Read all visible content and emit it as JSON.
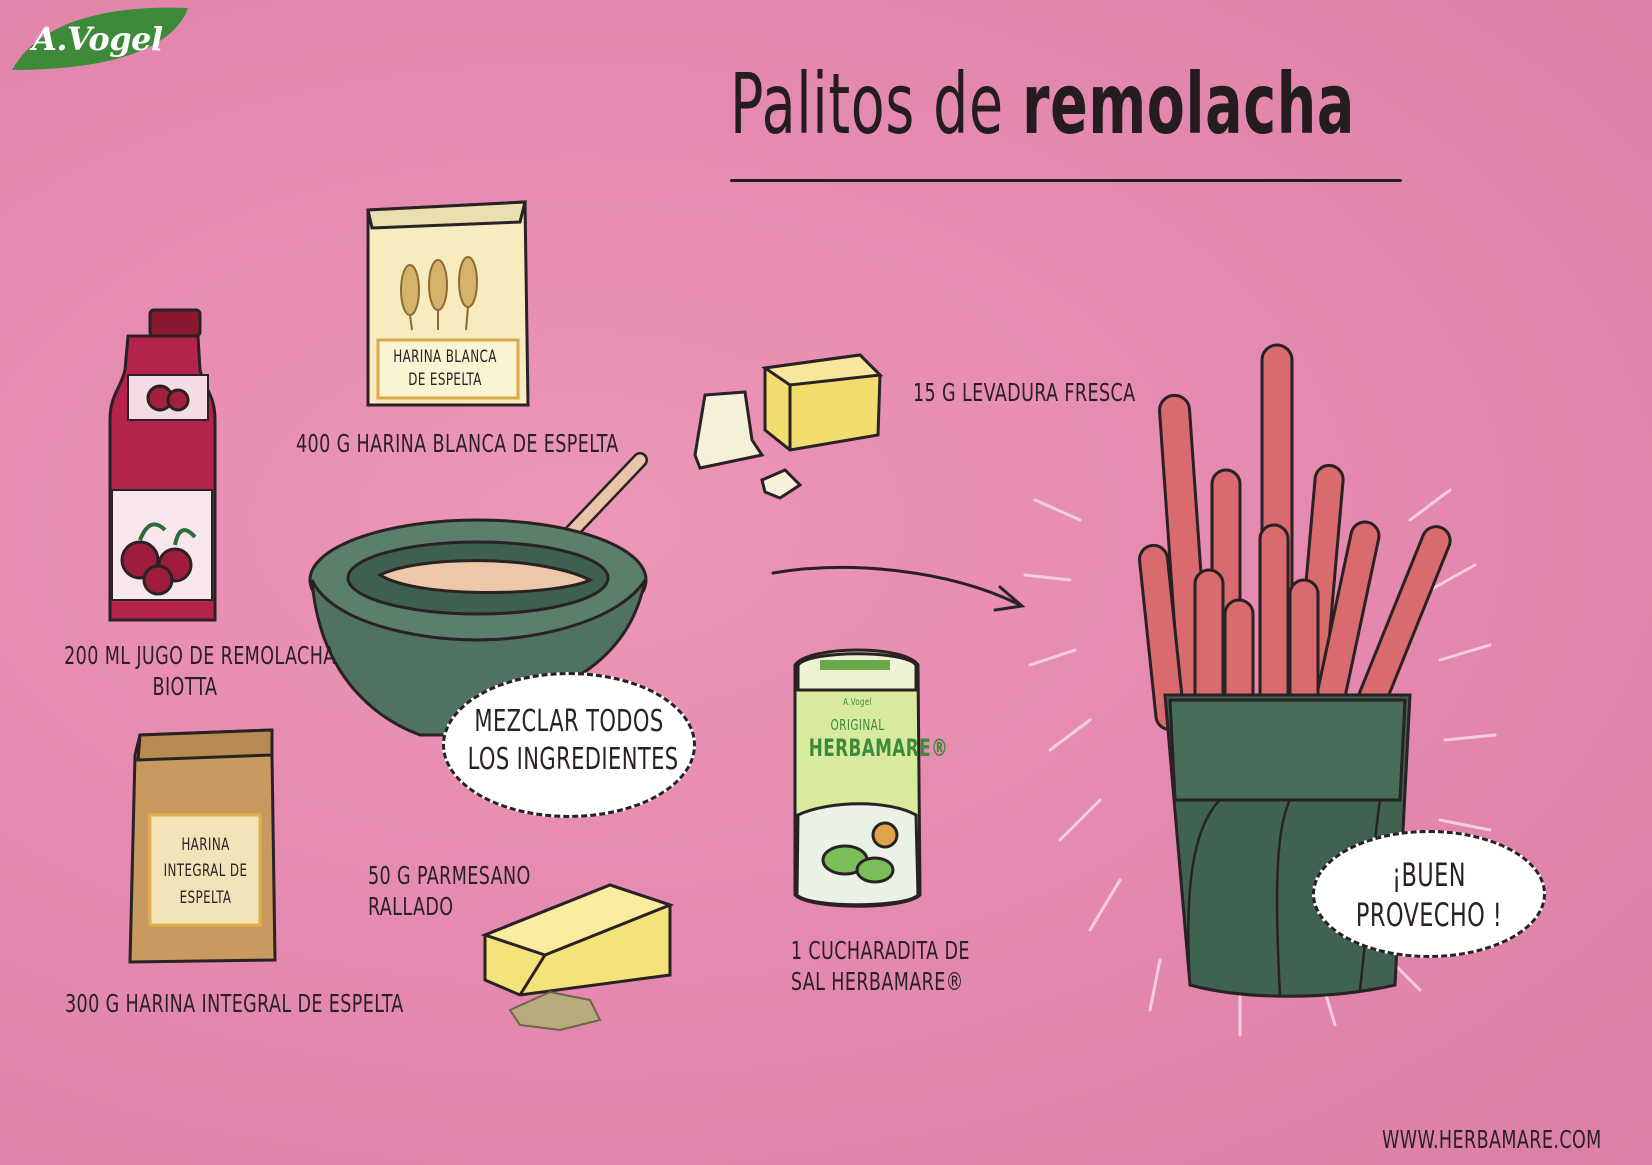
{
  "brand": {
    "logo_text": "A.Vogel",
    "color": "#3d8a3a"
  },
  "title": {
    "part1": "Palitos de",
    "part2": "remolacha"
  },
  "ingredients": {
    "beet_juice": {
      "line1": "200 ml jugo de remolacha",
      "line2": "Biotta"
    },
    "white_flour": {
      "label": "400 g harina blanca de espelta",
      "package_line1": "Harina blanca",
      "package_line2": "de espelta"
    },
    "yeast": {
      "label": "15 g levadura fresca"
    },
    "whole_flour": {
      "label": "300 g harina integral de espelta",
      "package_line1": "Harina",
      "package_line2": "integral de",
      "package_line3": "espelta"
    },
    "parmesan": {
      "line1": "50 g Parmesano",
      "line2": "rallado"
    },
    "salt": {
      "line1": "1 cucharadita de",
      "line2": "sal Herbamare®",
      "package_brand": "A.Vogel",
      "package_line1": "Original",
      "package_line2": "Herbamare®"
    }
  },
  "step": {
    "line1": "Mezclar todos",
    "line2": "los ingredientes"
  },
  "closing": {
    "line1": "¡Buen",
    "line2": "provecho !"
  },
  "website": "www.herbamare.com",
  "colors": {
    "background": "#e68cb0",
    "bowl": "#4f7360",
    "sticks": "#d96a6e",
    "ink": "#2a2124"
  }
}
